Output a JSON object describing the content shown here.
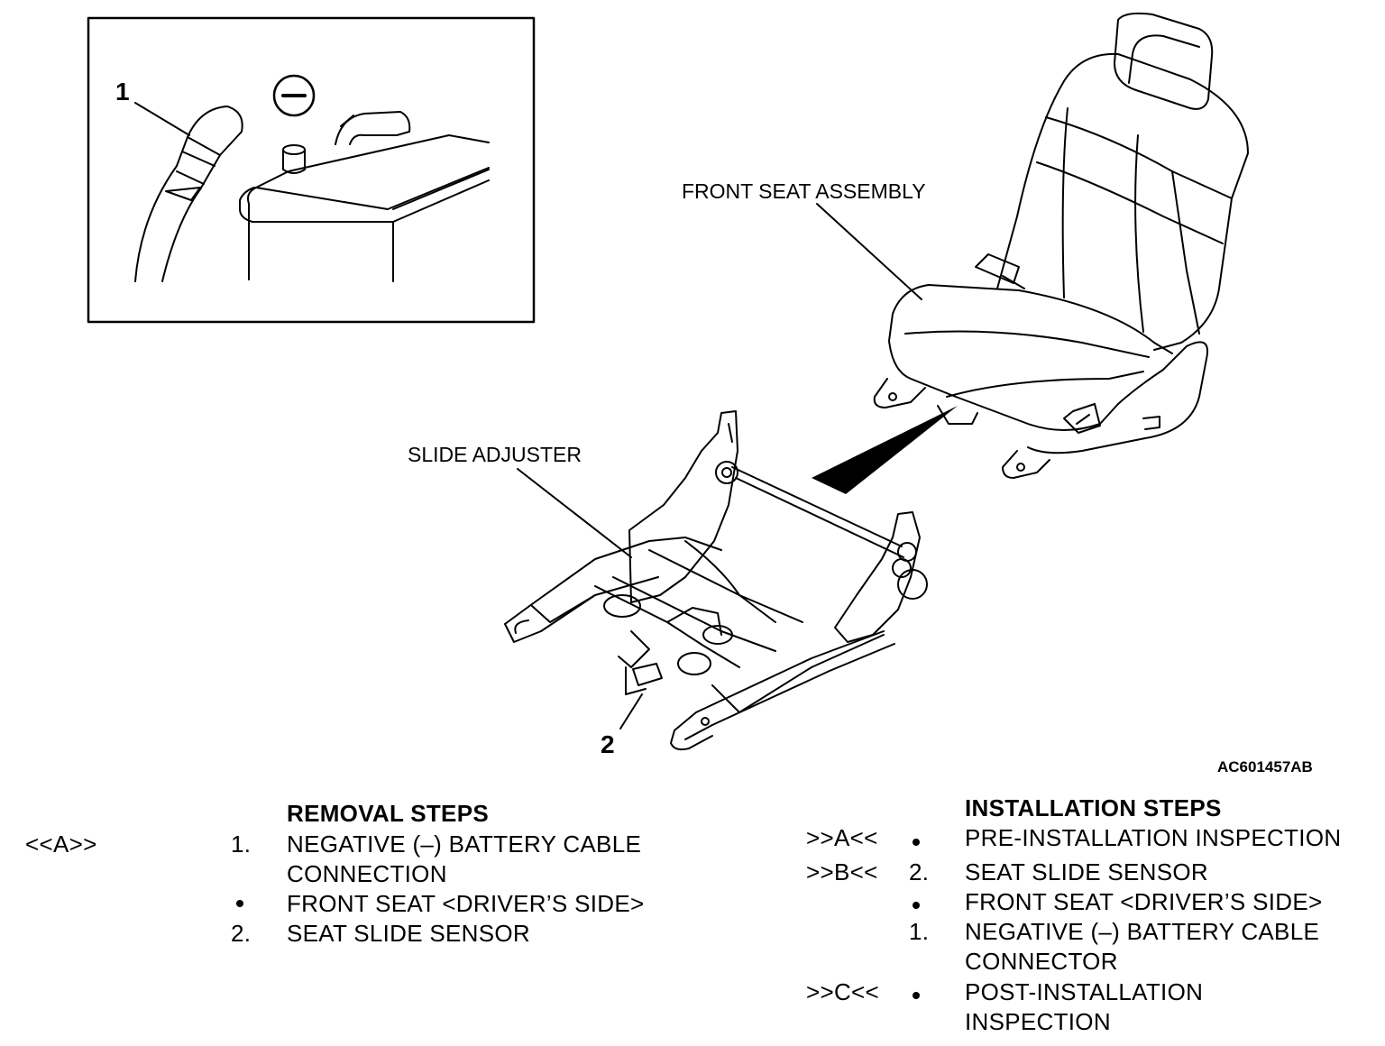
{
  "figure": {
    "labels": {
      "front_seat_assembly": "FRONT SEAT ASSEMBLY",
      "slide_adjuster": "SLIDE ADJUSTER",
      "callout_1": "1",
      "callout_2": "2",
      "figure_code": "AC601457AB"
    },
    "inset_symbol": "negative-sign-icon"
  },
  "removal": {
    "heading": "REMOVAL STEPS",
    "rows": [
      {
        "ref": "<<A>>",
        "num": "1.",
        "text": "NEGATIVE (–) BATTERY CABLE",
        "text2": "CONNECTION"
      },
      {
        "ref": "",
        "num": "•",
        "text": "FRONT SEAT <DRIVER’S SIDE>"
      },
      {
        "ref": "",
        "num": "2.",
        "text": "SEAT SLIDE SENSOR"
      }
    ]
  },
  "installation": {
    "heading": "INSTALLATION STEPS",
    "rows": [
      {
        "ref": ">>A<<",
        "num": "•",
        "text": "PRE-INSTALLATION INSPECTION"
      },
      {
        "ref": ">>B<<",
        "num": "2.",
        "text": "SEAT SLIDE SENSOR"
      },
      {
        "ref": "",
        "num": "•",
        "text": "FRONT SEAT <DRIVER’S SIDE>"
      },
      {
        "ref": "",
        "num": "1.",
        "text": "NEGATIVE (–) BATTERY CABLE",
        "text2": "CONNECTOR"
      },
      {
        "ref": ">>C<<",
        "num": "•",
        "text": "POST-INSTALLATION",
        "text2": "INSPECTION"
      }
    ]
  }
}
